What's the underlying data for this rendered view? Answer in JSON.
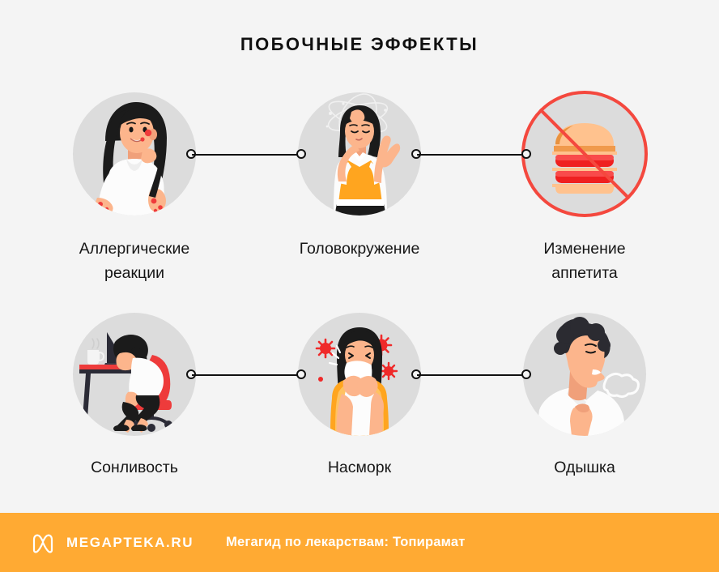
{
  "page": {
    "title": "ПОБОЧНЫЕ ЭФФЕКТЫ",
    "background_color": "#f4f4f4",
    "accent_color": "#ffaa33",
    "circle_color": "#dcdcdc",
    "ban_color": "#f4483e",
    "text_color": "#161616"
  },
  "items": [
    {
      "label_line1": "Аллергические",
      "label_line2": "реакции",
      "icon": "woman-with-rash-icon"
    },
    {
      "label_line1": "Головокружение",
      "label_line2": "",
      "icon": "woman-dizzy-icon"
    },
    {
      "label_line1": "Изменение",
      "label_line2": "аппетита",
      "icon": "no-burger-icon"
    },
    {
      "label_line1": "Сонливость",
      "label_line2": "",
      "icon": "person-asleep-at-desk-icon"
    },
    {
      "label_line1": "Насморк",
      "label_line2": "",
      "icon": "woman-sneezing-icon"
    },
    {
      "label_line1": "Одышка",
      "label_line2": "",
      "icon": "man-breathing-icon"
    }
  ],
  "footer": {
    "logo_icon": "megapteka-m-logo-icon",
    "brand": "MEGAPTEKA.RU",
    "caption": "Мегагид по лекарствам: Топирамат"
  }
}
